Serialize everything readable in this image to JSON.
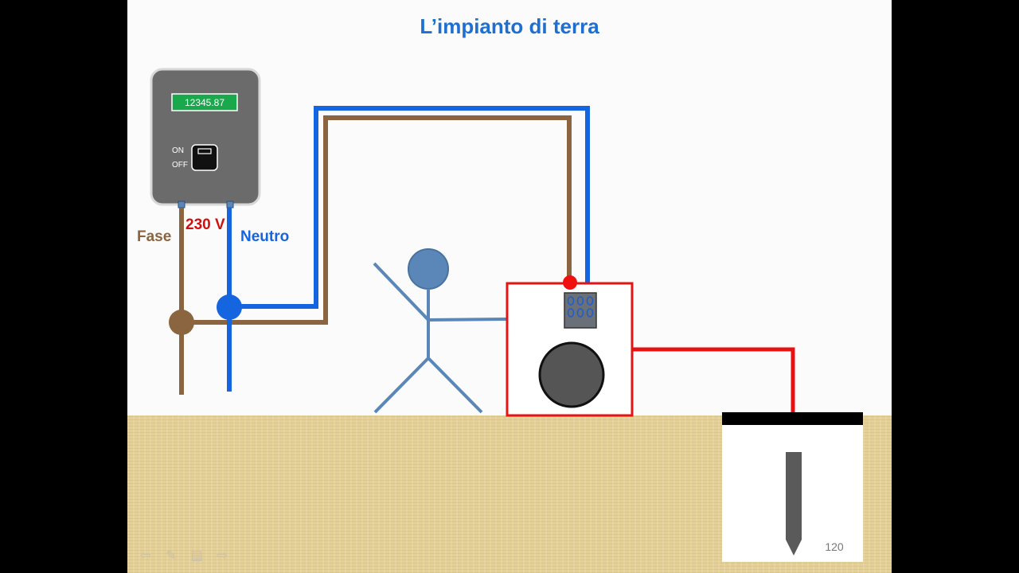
{
  "slide": {
    "title": "L’impianto di terra",
    "page_number": "120"
  },
  "meter": {
    "display_value": "12345.87",
    "on_label": "ON",
    "off_label": "OFF"
  },
  "labels": {
    "fase": "Fase",
    "voltage": "230 V",
    "neutro": "Neutro"
  },
  "colors": {
    "title": "#1f6fd1",
    "phase_wire": "#8b6440",
    "neutral_wire": "#1565e0",
    "earth_wire": "#e81010",
    "voltage_label": "#d01010",
    "person": "#5a86b8",
    "meter_body": "#6b6b6b",
    "meter_display": "#1aa84c"
  },
  "icons": {
    "nav_back": "arrow-left-icon",
    "nav_pen": "pen-icon",
    "nav_menu": "slide-menu-icon",
    "nav_forward": "arrow-right-icon"
  }
}
